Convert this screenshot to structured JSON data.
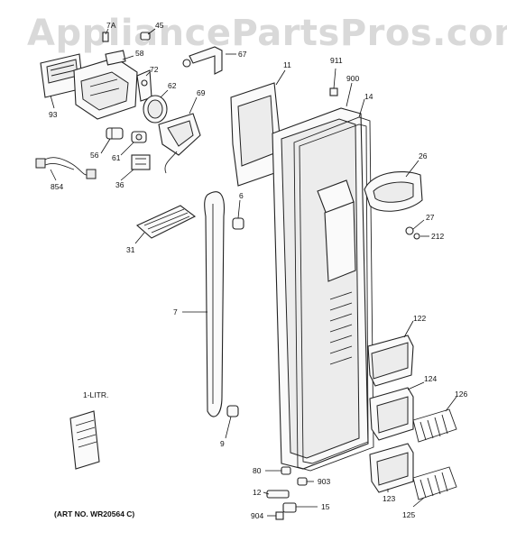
{
  "watermark": "AppliancePartsPros.com",
  "art_number": "(ART NO. WR20564 C)",
  "callouts": {
    "c7a": "7A",
    "c45": "45",
    "c58": "58",
    "c67": "67",
    "c72": "72",
    "c93": "93",
    "c62": "62",
    "c69": "69",
    "c56": "56",
    "c61": "61",
    "c36": "36",
    "c854": "854",
    "c11": "11",
    "c911": "911",
    "c900": "900",
    "c14": "14",
    "c26": "26",
    "c6": "6",
    "c31": "31",
    "c27": "27",
    "c212": "212",
    "c7": "7",
    "c122": "122",
    "c124": "124",
    "c126": "126",
    "c1litr": "1-LITR.",
    "c9": "9",
    "c80": "80",
    "c903": "903",
    "c12": "12",
    "c123": "123",
    "c15": "15",
    "c904": "904",
    "c125": "125"
  }
}
